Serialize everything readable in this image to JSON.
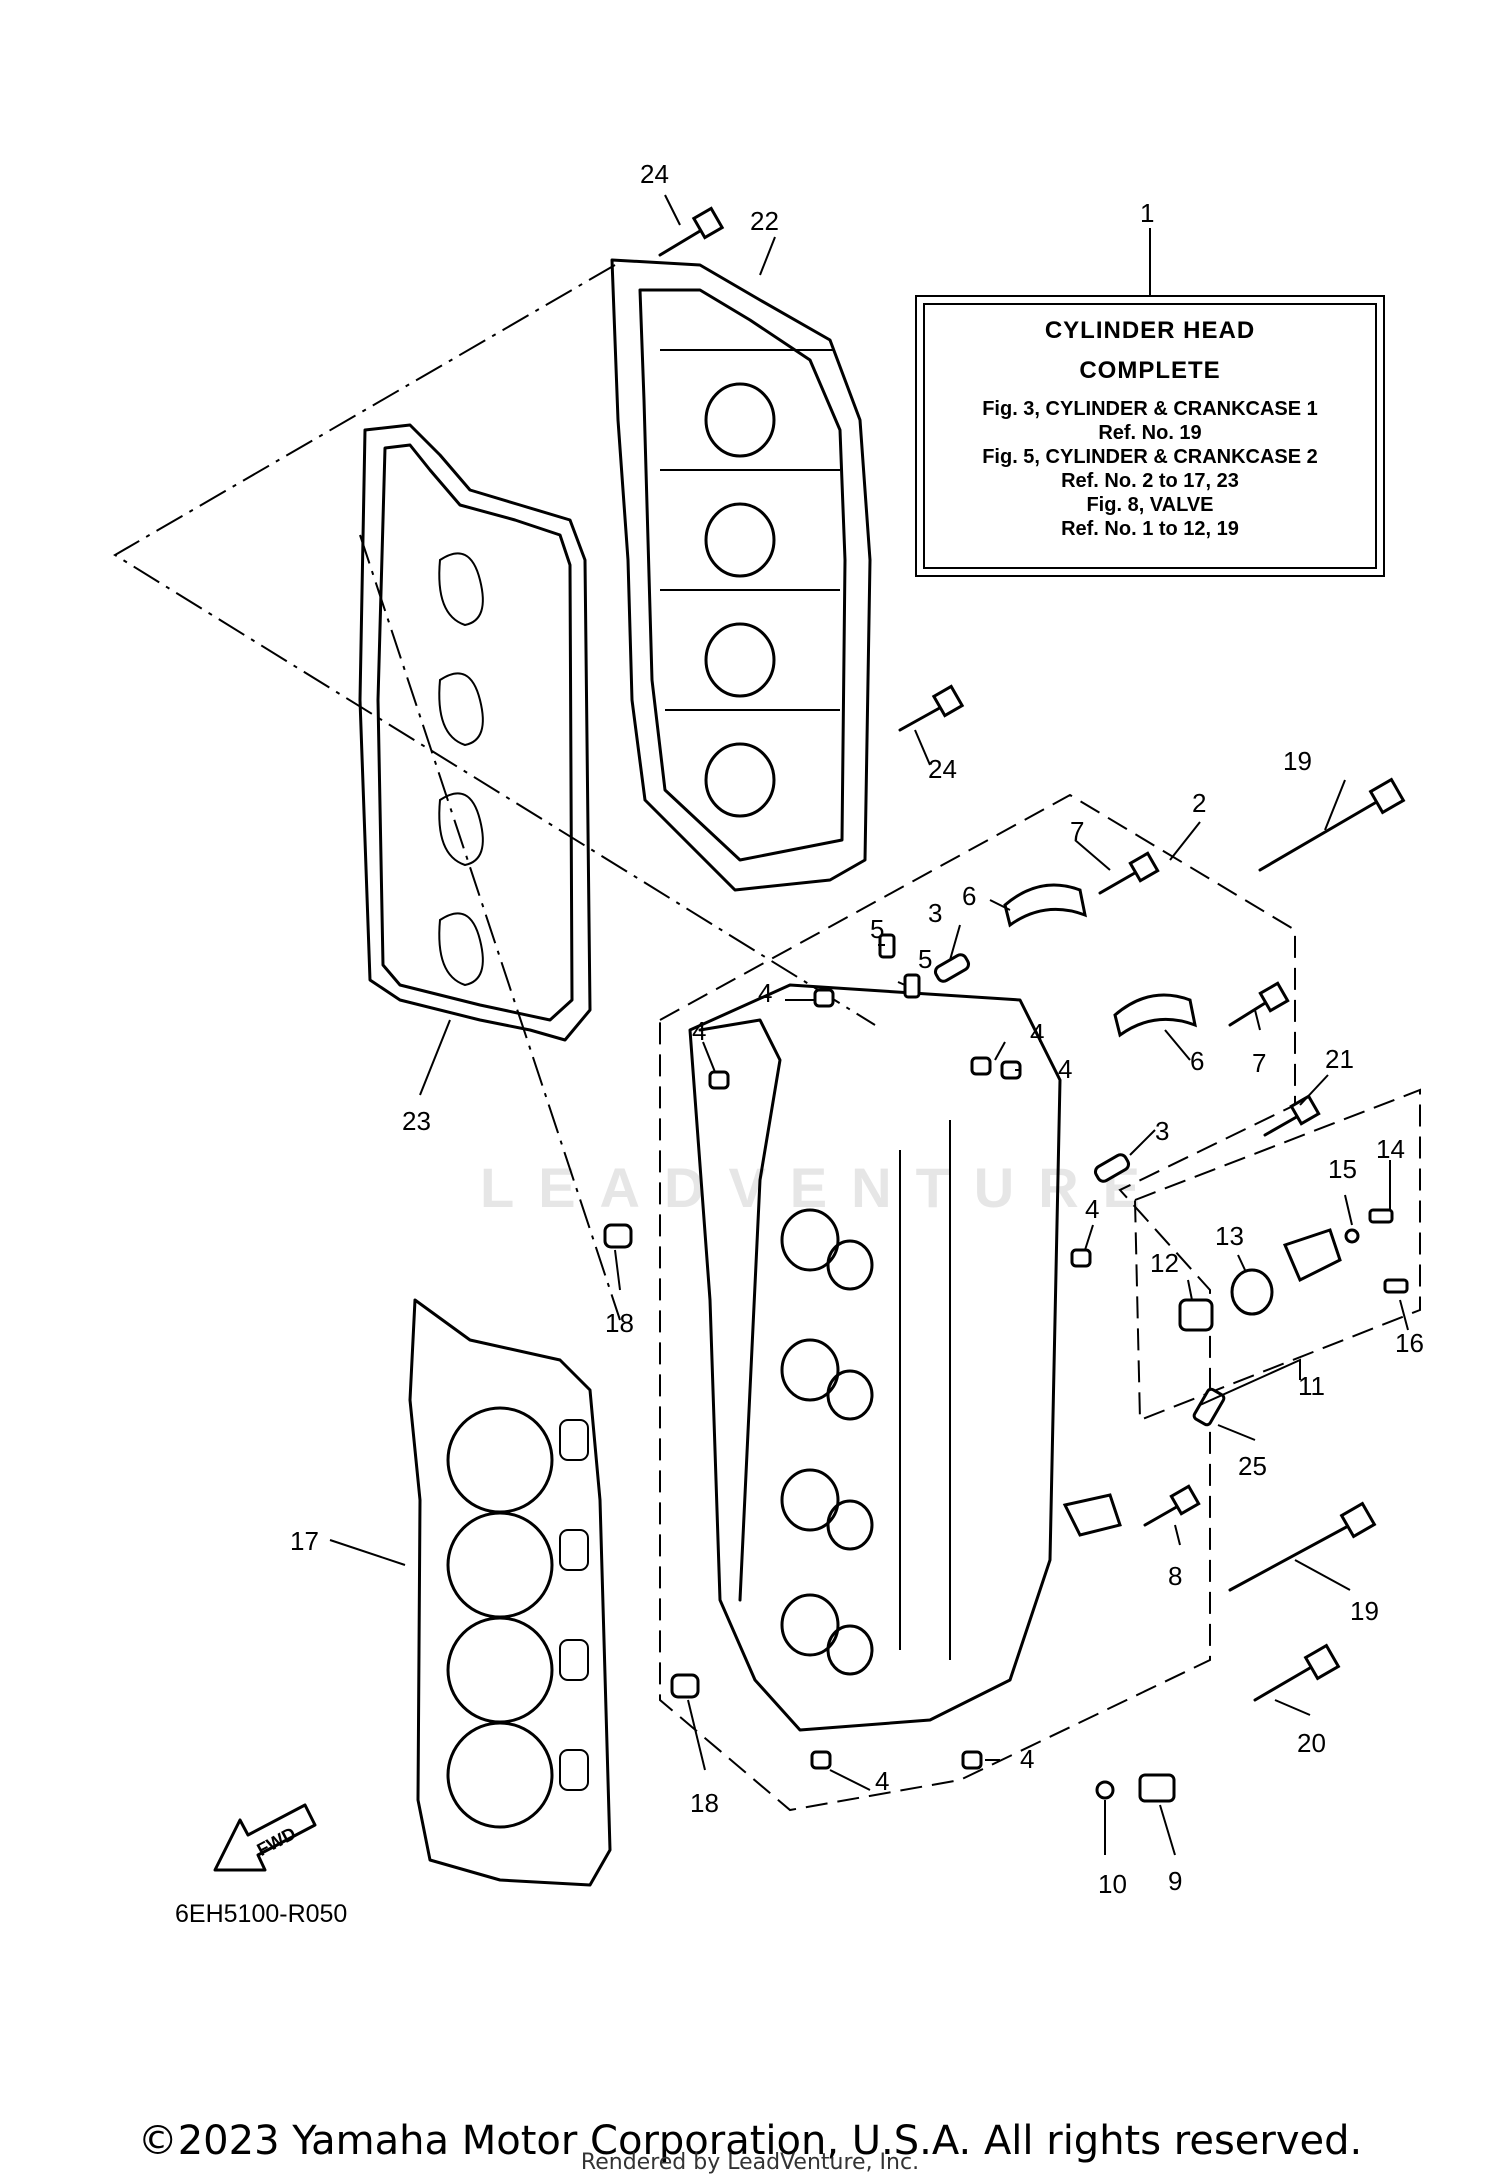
{
  "info_box": {
    "title": "CYLINDER HEAD",
    "subtitle": "COMPLETE",
    "refs": [
      {
        "fig": "Fig. 3, CYLINDER & CRANKCASE 1",
        "ref": "Ref. No. 19"
      },
      {
        "fig": "Fig. 5, CYLINDER & CRANKCASE 2",
        "ref": "Ref. No. 2 to 17, 23"
      },
      {
        "fig": "Fig. 8, VALVE",
        "ref": "Ref. No. 1 to 12, 19"
      }
    ]
  },
  "callouts": {
    "c1": "1",
    "c2": "2",
    "c3a": "3",
    "c3b": "3",
    "c4a": "4",
    "c4b": "4",
    "c4c": "4",
    "c4d": "4",
    "c4e": "4",
    "c4f": "4",
    "c4g": "4",
    "c5a": "5",
    "c5b": "5",
    "c6a": "6",
    "c6b": "6",
    "c7a": "7",
    "c7b": "7",
    "c8": "8",
    "c9": "9",
    "c10": "10",
    "c11": "11",
    "c12": "12",
    "c13": "13",
    "c14": "14",
    "c15": "15",
    "c16": "16",
    "c17": "17",
    "c18a": "18",
    "c18b": "18",
    "c19a": "19",
    "c19b": "19",
    "c20": "20",
    "c21": "21",
    "c22": "22",
    "c23": "23",
    "c24a": "24",
    "c24b": "24",
    "c25": "25"
  },
  "fwd_label": "FWD",
  "diagram_code": "6EH5100-R050",
  "watermark": "LEADVENTURE",
  "copyright": "©2023 Yamaha Motor Corporation, U.S.A. All rights reserved.",
  "rendered_by": "Rendered by LeadVenture, Inc."
}
